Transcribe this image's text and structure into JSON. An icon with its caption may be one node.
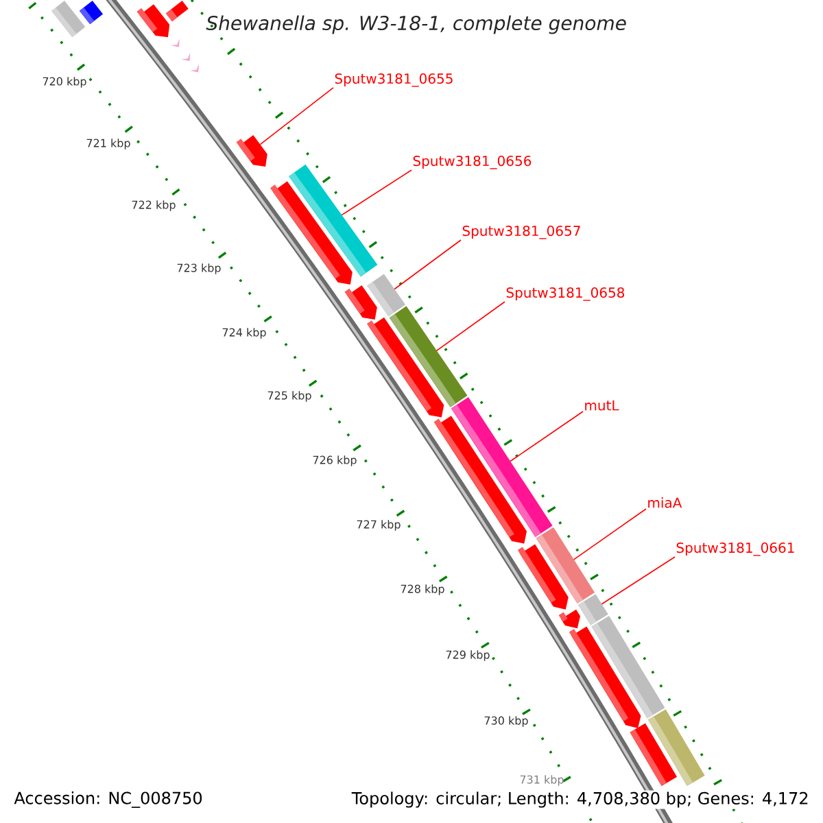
{
  "diagram": {
    "title": "Shewanella sp. W3-18-1, complete genome",
    "nodes": [
      {
        "text": [
          "Sputw3181_0655"
        ]
      },
      {
        "text": [
          "Sputw3181_0656"
        ]
      },
      {
        "text": [
          "Sputw3181_0657"
        ]
      },
      {
        "text": [
          "Sputw3181_0658"
        ]
      },
      {
        "text": [
          "mutL"
        ]
      },
      {
        "text": [
          "miaA"
        ]
      },
      {
        "text": [
          "Sputw3181_0661"
        ]
      },
      {
        "text": [],
        "shape": "bar"
      },
      {
        "text": [],
        "shape": "bar"
      },
      {
        "text": [],
        "shape": "bar"
      },
      {
        "text": [],
        "shape": "arrow"
      },
      {
        "text": [],
        "shape": "arrow"
      },
      {
        "text": [],
        "shape": "arrow"
      },
      {
        "text": [],
        "shape": "bar"
      },
      {
        "text": [],
        "shape": "arrow"
      },
      {
        "text": [],
        "shape": "bar"
      },
      {
        "text": [],
        "shape": "arrow"
      },
      {
        "text": [],
        "shape": "bar"
      },
      {
        "text": [],
        "shape": "bar"
      },
      {
        "text": [],
        "shape": "arrow"
      },
      {
        "text": [],
        "shape": "arrow"
      },
      {
        "text": [],
        "shape": "bar"
      },
      {
        "text": [],
        "shape": "arrow"
      },
      {
        "text": [],
        "shape": "bar"
      },
      {
        "text": [],
        "shape": "arrow"
      },
      {
        "text": [],
        "shape": "bar"
      },
      {
        "text": [],
        "shape": "bar"
      },
      {
        "text": [],
        "shape": "arrow"
      }
    ],
    "edges": [
      {
        "from": 0,
        "to": 11,
        "arrow": "none"
      },
      {
        "from": 1,
        "to": 13,
        "arrow": "none"
      },
      {
        "from": 2,
        "to": 15,
        "arrow": "none"
      },
      {
        "from": 3,
        "to": 17,
        "arrow": "none"
      },
      {
        "from": 4,
        "to": 18,
        "arrow": "none"
      },
      {
        "from": 5,
        "to": 21,
        "arrow": "none"
      },
      {
        "from": 6,
        "to": 23,
        "arrow": "none"
      }
    ],
    "labels": [
      "720 kbp",
      "721 kbp",
      "722 kbp",
      "723 kbp",
      "724 kbp",
      "725 kbp",
      "726 kbp",
      "727 kbp",
      "728 kbp",
      "729 kbp",
      "730 kbp",
      "731 kbp",
      "Accession: NC_008750",
      "Topology: circular; Length: 4,708,380 bp; Genes: 4,172"
    ]
  }
}
